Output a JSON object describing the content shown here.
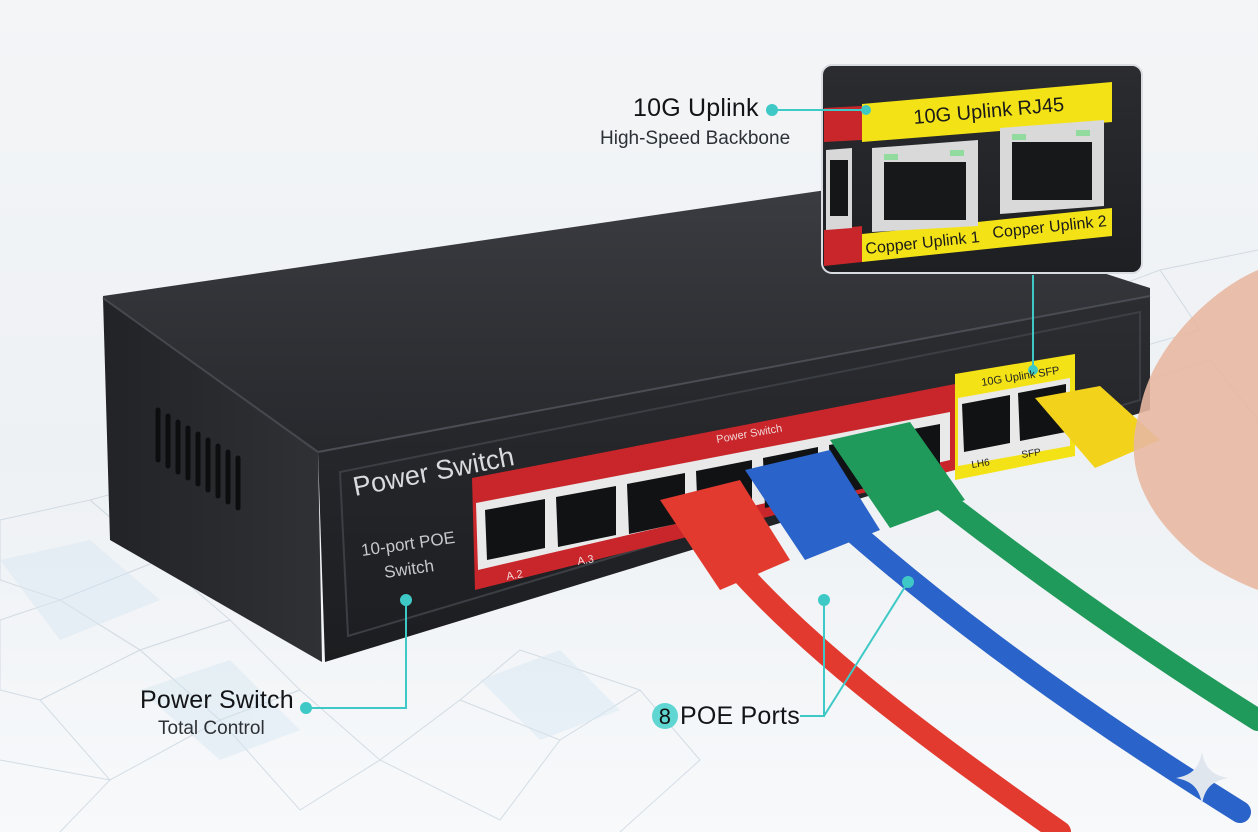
{
  "colors": {
    "accent_teal": "#3fc9c6",
    "switch_body": "#2a2c30",
    "panel_red": "#c8262a",
    "label_yellow": "#f3e316",
    "cable_red": "#e23a2f",
    "cable_blue": "#2a63c9",
    "cable_green": "#1f9a5a",
    "cable_yellow": "#f2d21b"
  },
  "device": {
    "brand_label": "Power Switch",
    "model_label_line1": "10-port POE",
    "model_label_line2": "Switch",
    "panel_label": "Power Switch",
    "port_labels": [
      "A.2",
      "A.3"
    ],
    "uplink_strip_label": "10G Uplink SFP",
    "uplink_sub_left": "LH6",
    "uplink_sub_right": "SFP"
  },
  "zoom_inset": {
    "header": "10G Uplink RJ45",
    "port1_label": "Copper Uplink 1",
    "port2_label": "Copper Uplink 2"
  },
  "callouts": {
    "uplink_title": "10G Uplink",
    "uplink_sub": "High-Speed Backbone",
    "power_title": "Power Switch",
    "power_sub": "Total Control",
    "poe_number": "8",
    "poe_text": "POE Ports"
  }
}
